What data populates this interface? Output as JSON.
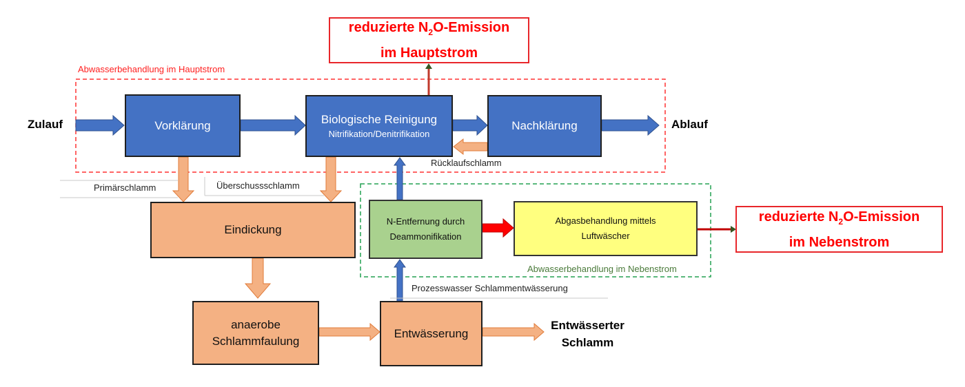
{
  "emission_main": {
    "line1_pre": "reduzierte N",
    "sub": "2",
    "line1_post": "O-Emission",
    "line2": "im Hauptstrom"
  },
  "emission_side": {
    "line1_pre": "reduzierte N",
    "sub": "2",
    "line1_post": "O-Emission",
    "line2": "im Nebenstrom"
  },
  "main_stream_label": "Abwasserbehandlung im Hauptstrom",
  "side_stream_label": "Abwasserbehandlung im Nebenstrom",
  "inflow": "Zulauf",
  "outflow": "Ablauf",
  "boxes": {
    "vorklaerung": "Vorklärung",
    "bio_title": "Biologische Reinigung",
    "bio_sub": "Nitrifikation/Denitrifikation",
    "nachklaerung": "Nachklärung",
    "eindickung": "Eindickung",
    "faulung_1": "anaerobe",
    "faulung_2": "Schlammfaulung",
    "entwaesserung": "Entwässerung",
    "deammon_1": "N-Entfernung durch",
    "deammon_2": "Deammonifikation",
    "abgas_1": "Abgasbehandlung mittels",
    "abgas_2": "Luftwäscher"
  },
  "labels": {
    "ruecklauf": "Rücklaufschlamm",
    "primaer": "Primärschlamm",
    "ueberschuss": "Überschussschlamm",
    "prozesswasser": "Prozesswasser Schlammentwässerung",
    "sludge_out_1": "Entwässerter",
    "sludge_out_2": "Schlamm"
  },
  "colors": {
    "blue": "#4472c4",
    "orange": "#f4b183",
    "green": "#a9d18e",
    "yellow": "#ffff7f",
    "red": "#ff0000"
  }
}
